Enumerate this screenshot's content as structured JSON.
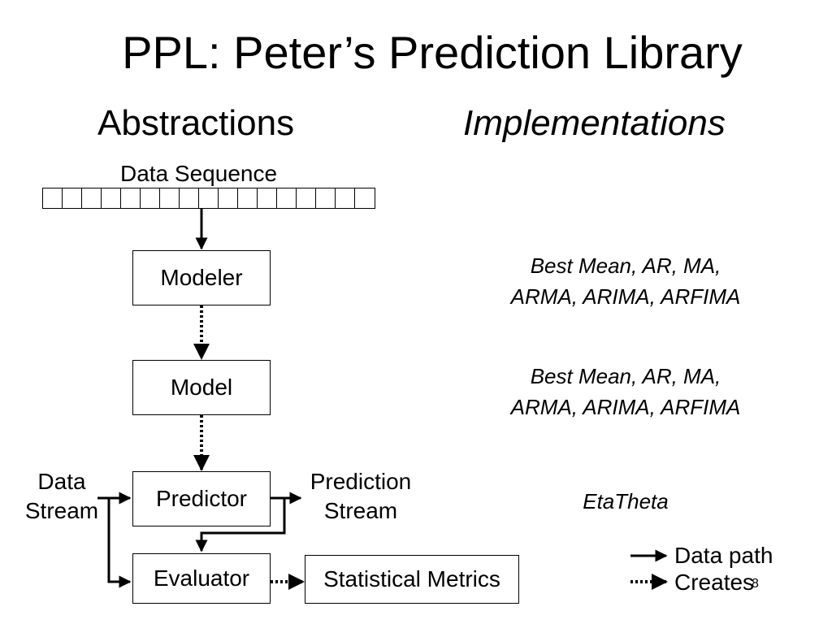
{
  "slide": {
    "title": "PPL: Peter’s Prediction Library",
    "abstractions_heading": "Abstractions",
    "implementations_heading": "Implementations",
    "page_number": "8"
  },
  "diagram": {
    "data_sequence_label": "Data Sequence",
    "data_sequence_cells": 17,
    "nodes": {
      "modeler": "Modeler",
      "model": "Model",
      "predictor": "Predictor",
      "evaluator": "Evaluator",
      "statistical_metrics": "Statistical Metrics"
    },
    "data_stream": {
      "line1": "Data",
      "line2": "Stream"
    },
    "prediction_stream": {
      "line1": "Prediction",
      "line2": "Stream"
    },
    "implementations": {
      "modeler": {
        "line1": "Best Mean, AR, MA,",
        "line2": "ARMA, ARIMA, ARFIMA"
      },
      "model": {
        "line1": "Best Mean, AR, MA,",
        "line2": "ARMA, ARIMA, ARFIMA"
      },
      "predictor": "EtaTheta"
    }
  },
  "legend": {
    "data_path": "Data path",
    "creates": "Creates"
  }
}
